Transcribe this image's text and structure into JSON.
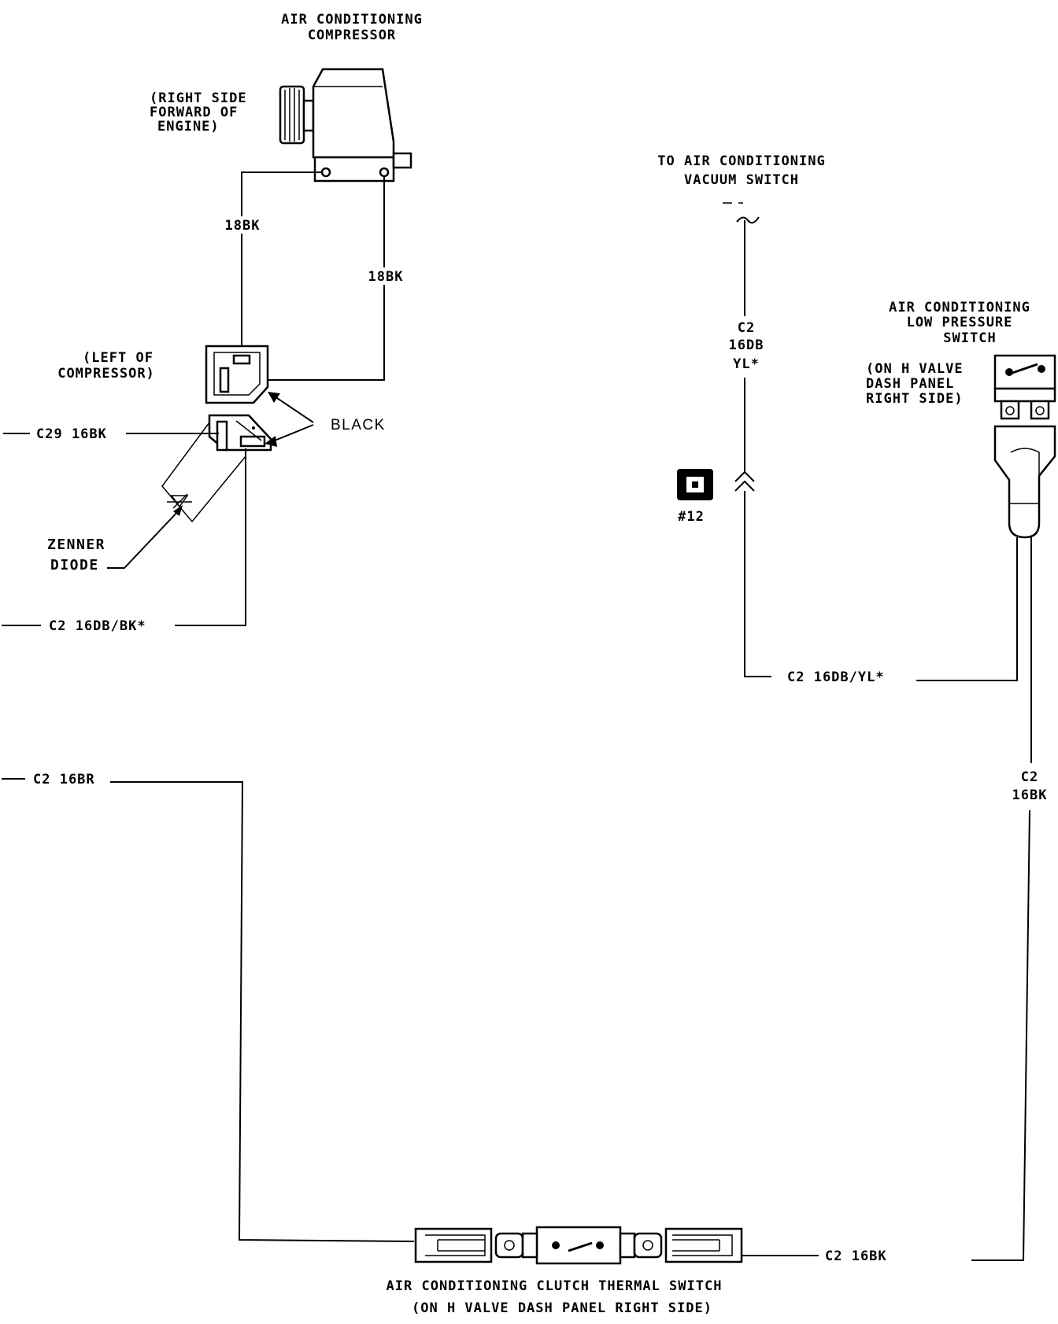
{
  "compressor": {
    "title_line1": "AIR CONDITIONING",
    "title_line2": "COMPRESSOR",
    "location_line1": "(RIGHT SIDE",
    "location_line2": "FORWARD OF",
    "location_line3": "ENGINE)",
    "wire_left": "18BK",
    "wire_right": "18BK"
  },
  "connector": {
    "location_line1": "(LEFT OF",
    "location_line2": "COMPRESSOR)",
    "color_label": "BLACK"
  },
  "zenner": {
    "label_line1": "ZENNER",
    "label_line2": "DIODE"
  },
  "wires": {
    "c29_16bk": "C29 16BK",
    "c2_16db_bk": "C2 16DB/BK*",
    "c2_16br": "C2 16BR",
    "c2_16db_yl": "C2  16DB/YL*",
    "c2_16bk_bottom": "C2 16BK",
    "c2_vertical_line1": "C2",
    "c2_vertical_line2": "16DB",
    "c2_vertical_line3": "YL*",
    "c2_right_line1": "C2",
    "c2_right_line2": "16BK"
  },
  "vacuum_switch": {
    "title_line1": "TO AIR CONDITIONING",
    "title_line2": "VACUUM SWITCH"
  },
  "splice": {
    "label": "#12"
  },
  "low_pressure_switch": {
    "title_line1": "AIR CONDITIONING",
    "title_line2": "LOW PRESSURE",
    "title_line3": "SWITCH",
    "location_line1": "(ON H VALVE",
    "location_line2": "DASH PANEL",
    "location_line3": "RIGHT SIDE)"
  },
  "thermal_switch": {
    "title_line1": "AIR CONDITIONING CLUTCH THERMAL SWITCH",
    "title_line2": "(ON H VALVE DASH PANEL RIGHT SIDE)"
  }
}
